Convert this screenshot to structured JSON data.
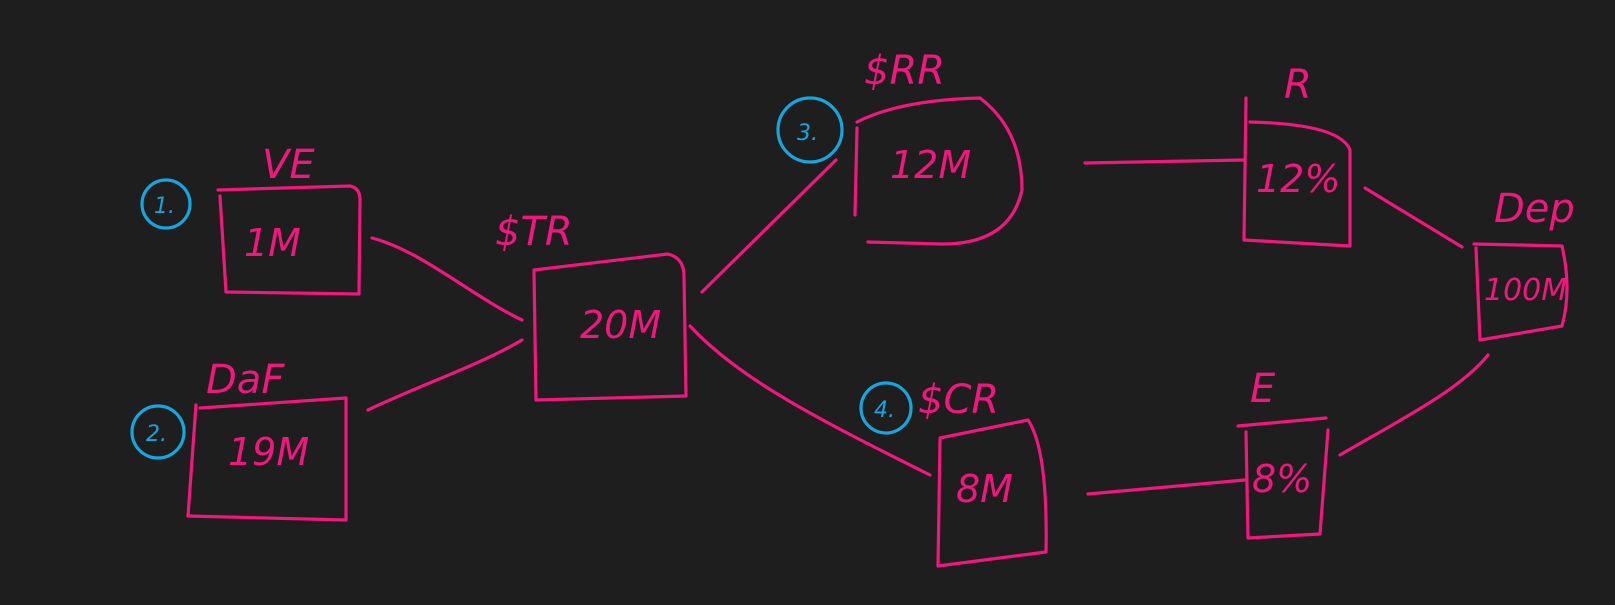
{
  "diagram": {
    "colors": {
      "background": "#1e1e1e",
      "ink": "#f2167f",
      "marker": "#15a6e0"
    },
    "nodes": {
      "ve": {
        "label": "VE",
        "value": "1M",
        "step": "1."
      },
      "daf": {
        "label": "DaF",
        "value": "19M",
        "step": "2."
      },
      "tr": {
        "label": "$TR",
        "value": "20M"
      },
      "rr": {
        "label": "$RR",
        "value": "12M",
        "step": "3."
      },
      "cr": {
        "label": "$CR",
        "value": "8M",
        "step": "4."
      },
      "r": {
        "label": "R",
        "value": "12%"
      },
      "e": {
        "label": "E",
        "value": "8%"
      },
      "dep": {
        "label": "Dep",
        "value": "100M"
      }
    },
    "connections": [
      [
        "ve",
        "tr"
      ],
      [
        "daf",
        "tr"
      ],
      [
        "tr",
        "rr"
      ],
      [
        "tr",
        "cr"
      ],
      [
        "rr",
        "r"
      ],
      [
        "cr",
        "e"
      ],
      [
        "r",
        "dep"
      ],
      [
        "e",
        "dep"
      ]
    ]
  }
}
